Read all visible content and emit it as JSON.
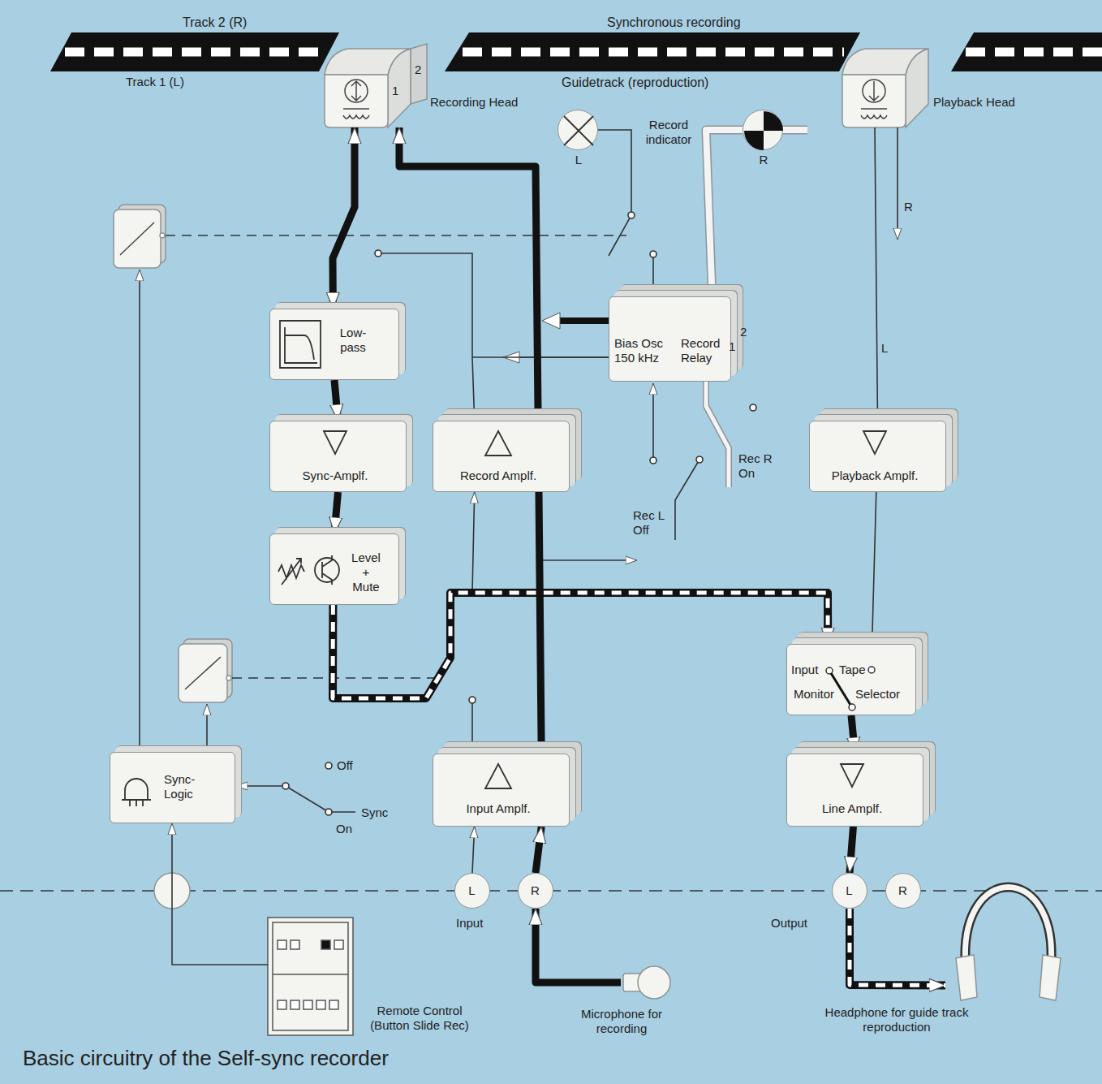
{
  "diagram": {
    "caption": "Basic circuitry of the Self-sync recorder",
    "nodes": [
      {
        "text": [
          "1",
          "2",
          "Recording Head"
        ]
      },
      {
        "text": [
          "Playback Head"
        ]
      },
      {
        "text": [
          "L"
        ]
      },
      {
        "text": [
          "R"
        ]
      },
      {
        "text": [
          "Low- pass"
        ]
      },
      {
        "text": [
          "Bias Osc 150 kHz",
          "Record Relay",
          "1",
          "2"
        ]
      },
      {
        "text": [
          "Sync-Amplf."
        ]
      },
      {
        "text": [
          "Record Amplf."
        ]
      },
      {
        "text": [
          "Playback Amplf."
        ]
      },
      {
        "text": [
          "Level + Mute"
        ]
      },
      {
        "text": [
          "Input",
          "Tape",
          "Monitor",
          "Selector"
        ]
      },
      {
        "text": [
          "Sync- Logic"
        ]
      },
      {
        "text": [
          "Input Amplf."
        ]
      },
      {
        "text": [
          "Line Amplf."
        ]
      },
      {
        "text": [
          "L"
        ]
      },
      {
        "text": [
          "R"
        ]
      },
      {
        "text": [
          "L"
        ]
      },
      {
        "text": [
          "R"
        ]
      },
      {
        "text": [
          "Remote Control (Button Slide Rec)"
        ]
      },
      {
        "text": [
          "Microphone for recording"
        ]
      },
      {
        "text": [
          "Headphone for guide track reproduction"
        ]
      }
    ],
    "edges": [
      {
        "from": 0,
        "to": 4,
        "arrow": "both"
      },
      {
        "from": 4,
        "to": 6,
        "arrow": "to"
      },
      {
        "from": 6,
        "to": 9,
        "arrow": "to"
      },
      {
        "from": 9,
        "to": 10,
        "arrow": "to"
      },
      {
        "from": 9,
        "to": 7,
        "arrow": "to"
      },
      {
        "from": 12,
        "to": 0,
        "arrow": "to"
      },
      {
        "from": 5,
        "to": 7,
        "arrow": "to"
      },
      {
        "from": 5,
        "to": 3,
        "arrow": "none"
      },
      {
        "from": 1,
        "to": 8,
        "label": "L",
        "arrow": "to"
      },
      {
        "from": 8,
        "to": 10,
        "arrow": "to"
      },
      {
        "from": 10,
        "to": 13,
        "arrow": "to"
      },
      {
        "from": 13,
        "to": 16,
        "arrow": "to"
      },
      {
        "from": 16,
        "to": 20,
        "arrow": "to"
      },
      {
        "from": 14,
        "to": 12,
        "arrow": "to"
      },
      {
        "from": 15,
        "to": 12,
        "arrow": "to"
      },
      {
        "from": 19,
        "to": 15,
        "arrow": "to"
      },
      {
        "from": 18,
        "to": 11,
        "arrow": "to"
      }
    ],
    "labels": [
      "Track 2 (R)",
      "Track 1 (L)",
      "Synchronous recording",
      "Guidetrack (reproduction)",
      "Record indicator",
      "R",
      "Rec R On",
      "Rec L Off",
      "Off",
      "Sync",
      "On",
      "Input",
      "Output"
    ]
  }
}
